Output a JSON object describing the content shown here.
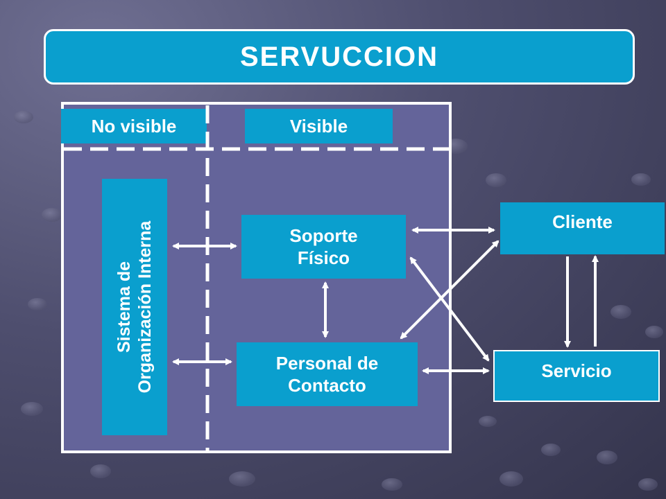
{
  "title": "SERVUCCION",
  "zones": {
    "no_visible": "No visible",
    "visible": "Visible"
  },
  "nodes": {
    "sistema_line1": "Sistema de",
    "sistema_line2": "Organización Interna",
    "soporte_line1": "Soporte",
    "soporte_line2": "Físico",
    "personal_line1": "Personal de",
    "personal_line2": "Contacto",
    "cliente": "Cliente",
    "servicio": "Servicio"
  },
  "colors": {
    "box_blue": "#0a9fce",
    "main_panel": "#64649a",
    "line_white": "#ffffff"
  }
}
